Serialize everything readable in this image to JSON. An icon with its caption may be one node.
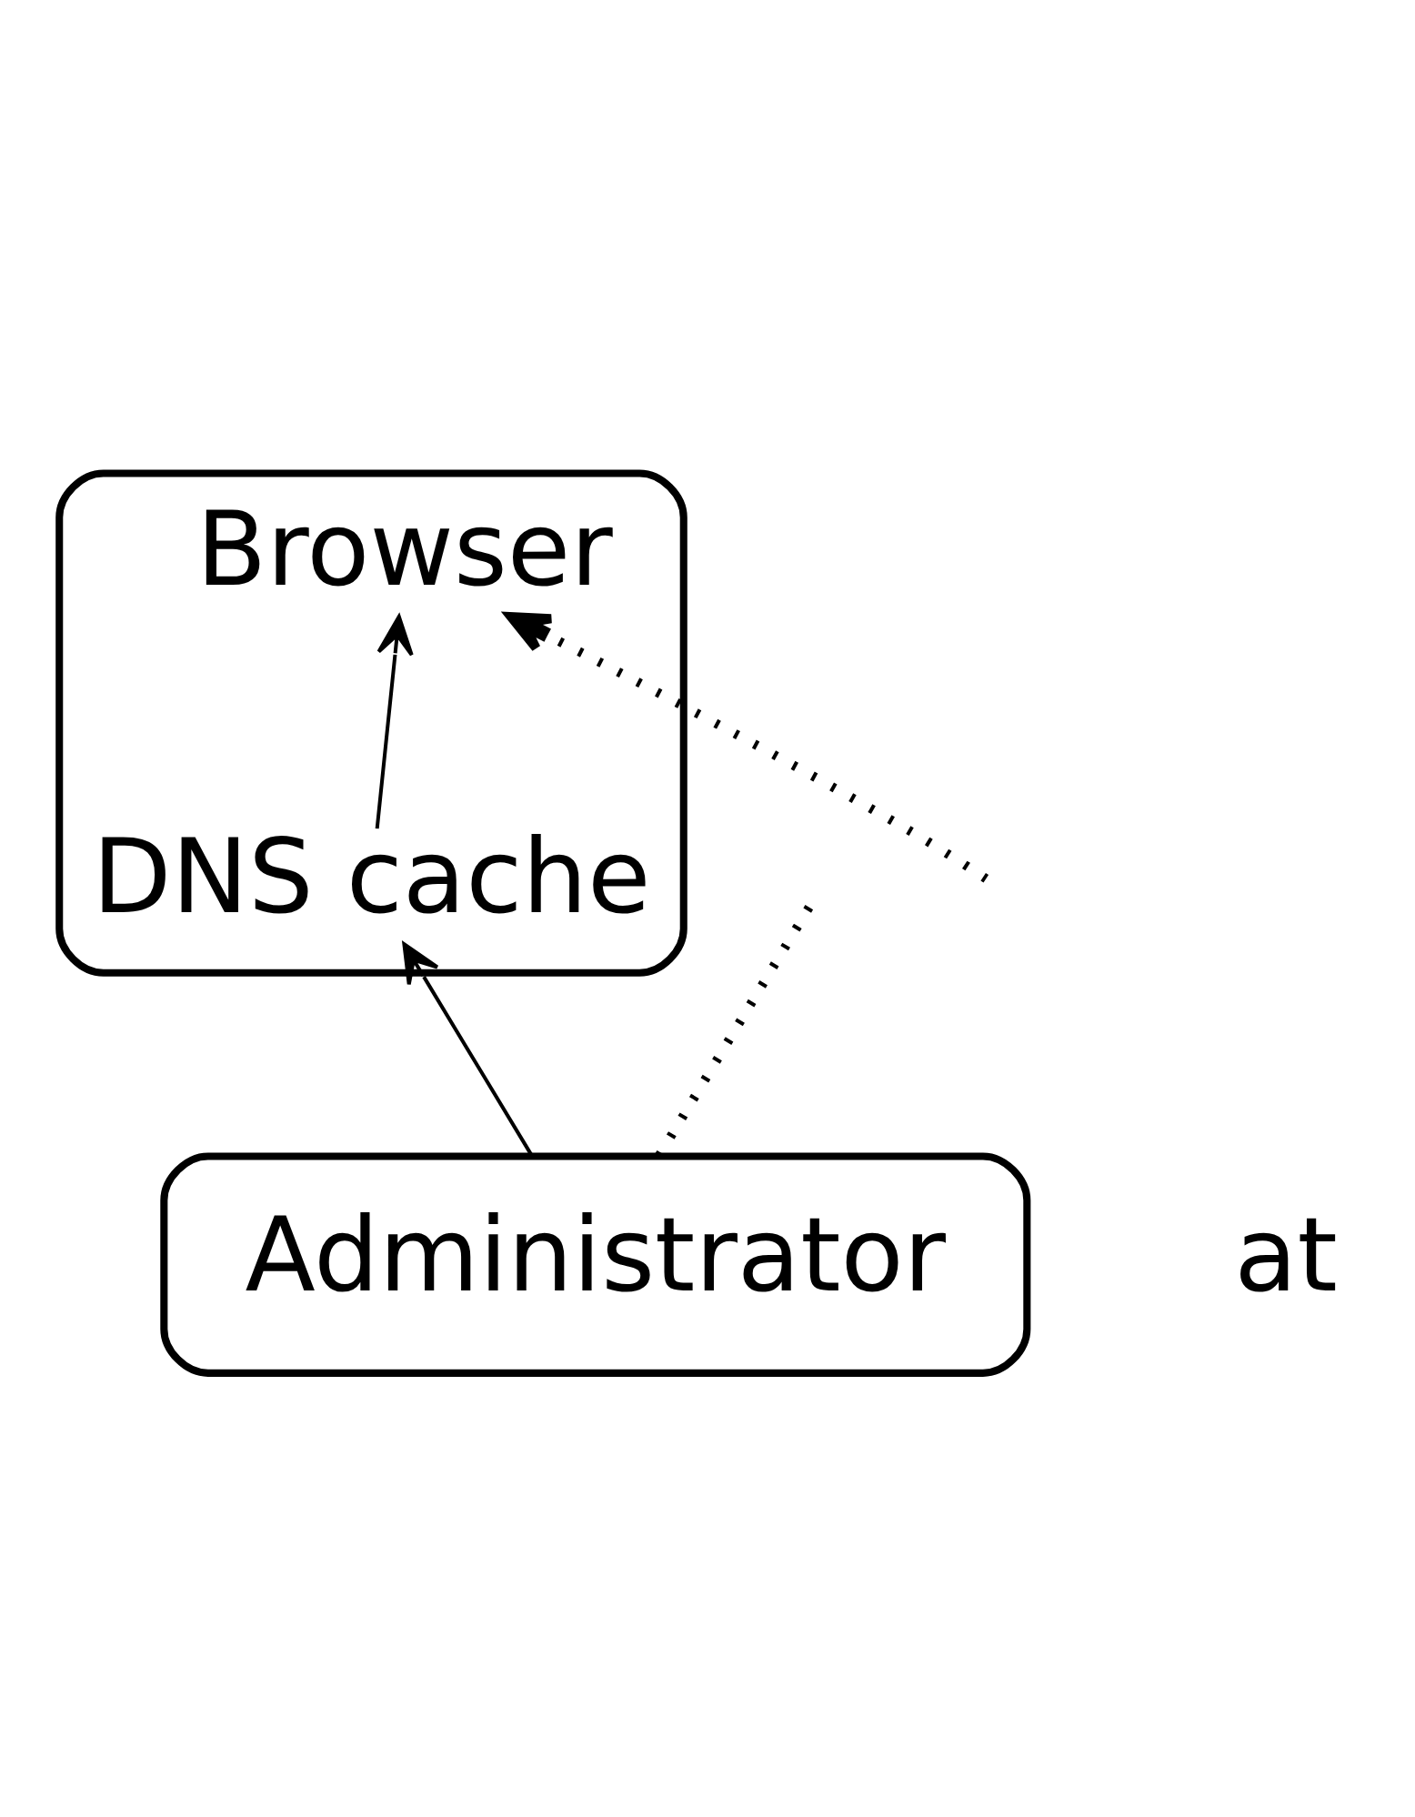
{
  "diagram": {
    "nodes": [
      {
        "text": [],
        "shape": "box"
      },
      {
        "text": [
          "Browser"
        ],
        "in": 0
      },
      {
        "text": [
          "DNS cache"
        ],
        "in": 0
      },
      {
        "text": [
          "Administrator"
        ]
      }
    ],
    "edges": [
      {
        "from": 2,
        "to": 1,
        "arrow": "to"
      },
      {
        "from": 3,
        "to": 2,
        "arrow": "to"
      },
      {
        "from": null,
        "to": 1,
        "arrow": "to",
        "style": "dashed"
      },
      {
        "from": 3,
        "to": null,
        "arrow": "none",
        "style": "dashed"
      }
    ],
    "labels": [
      "at"
    ]
  }
}
